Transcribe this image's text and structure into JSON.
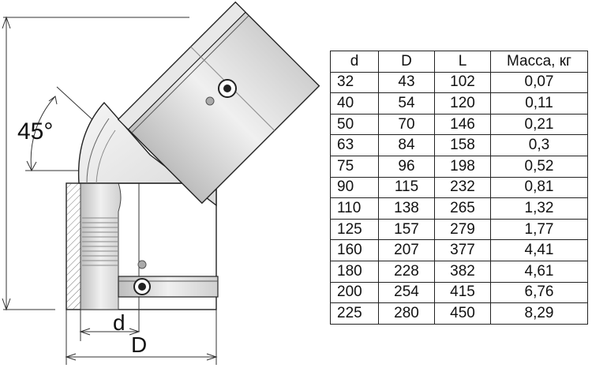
{
  "diagram": {
    "angle_label": "45°",
    "inner_diameter_label": "d",
    "outer_diameter_label": "D"
  },
  "spec_table": {
    "headers": [
      "d",
      "D",
      "L",
      "Масса, кг"
    ],
    "rows": [
      [
        "32",
        "43",
        "102",
        "0,07"
      ],
      [
        "40",
        "54",
        "120",
        "0,11"
      ],
      [
        "50",
        "70",
        "146",
        "0,21"
      ],
      [
        "63",
        "84",
        "158",
        "0,3"
      ],
      [
        "75",
        "96",
        "198",
        "0,52"
      ],
      [
        "90",
        "115",
        "232",
        "0,81"
      ],
      [
        "110",
        "138",
        "265",
        "1,32"
      ],
      [
        "125",
        "157",
        "279",
        "1,77"
      ],
      [
        "160",
        "207",
        "377",
        "4,41"
      ],
      [
        "180",
        "228",
        "382",
        "4,61"
      ],
      [
        "200",
        "254",
        "415",
        "6,76"
      ],
      [
        "225",
        "280",
        "450",
        "8,29"
      ]
    ]
  }
}
